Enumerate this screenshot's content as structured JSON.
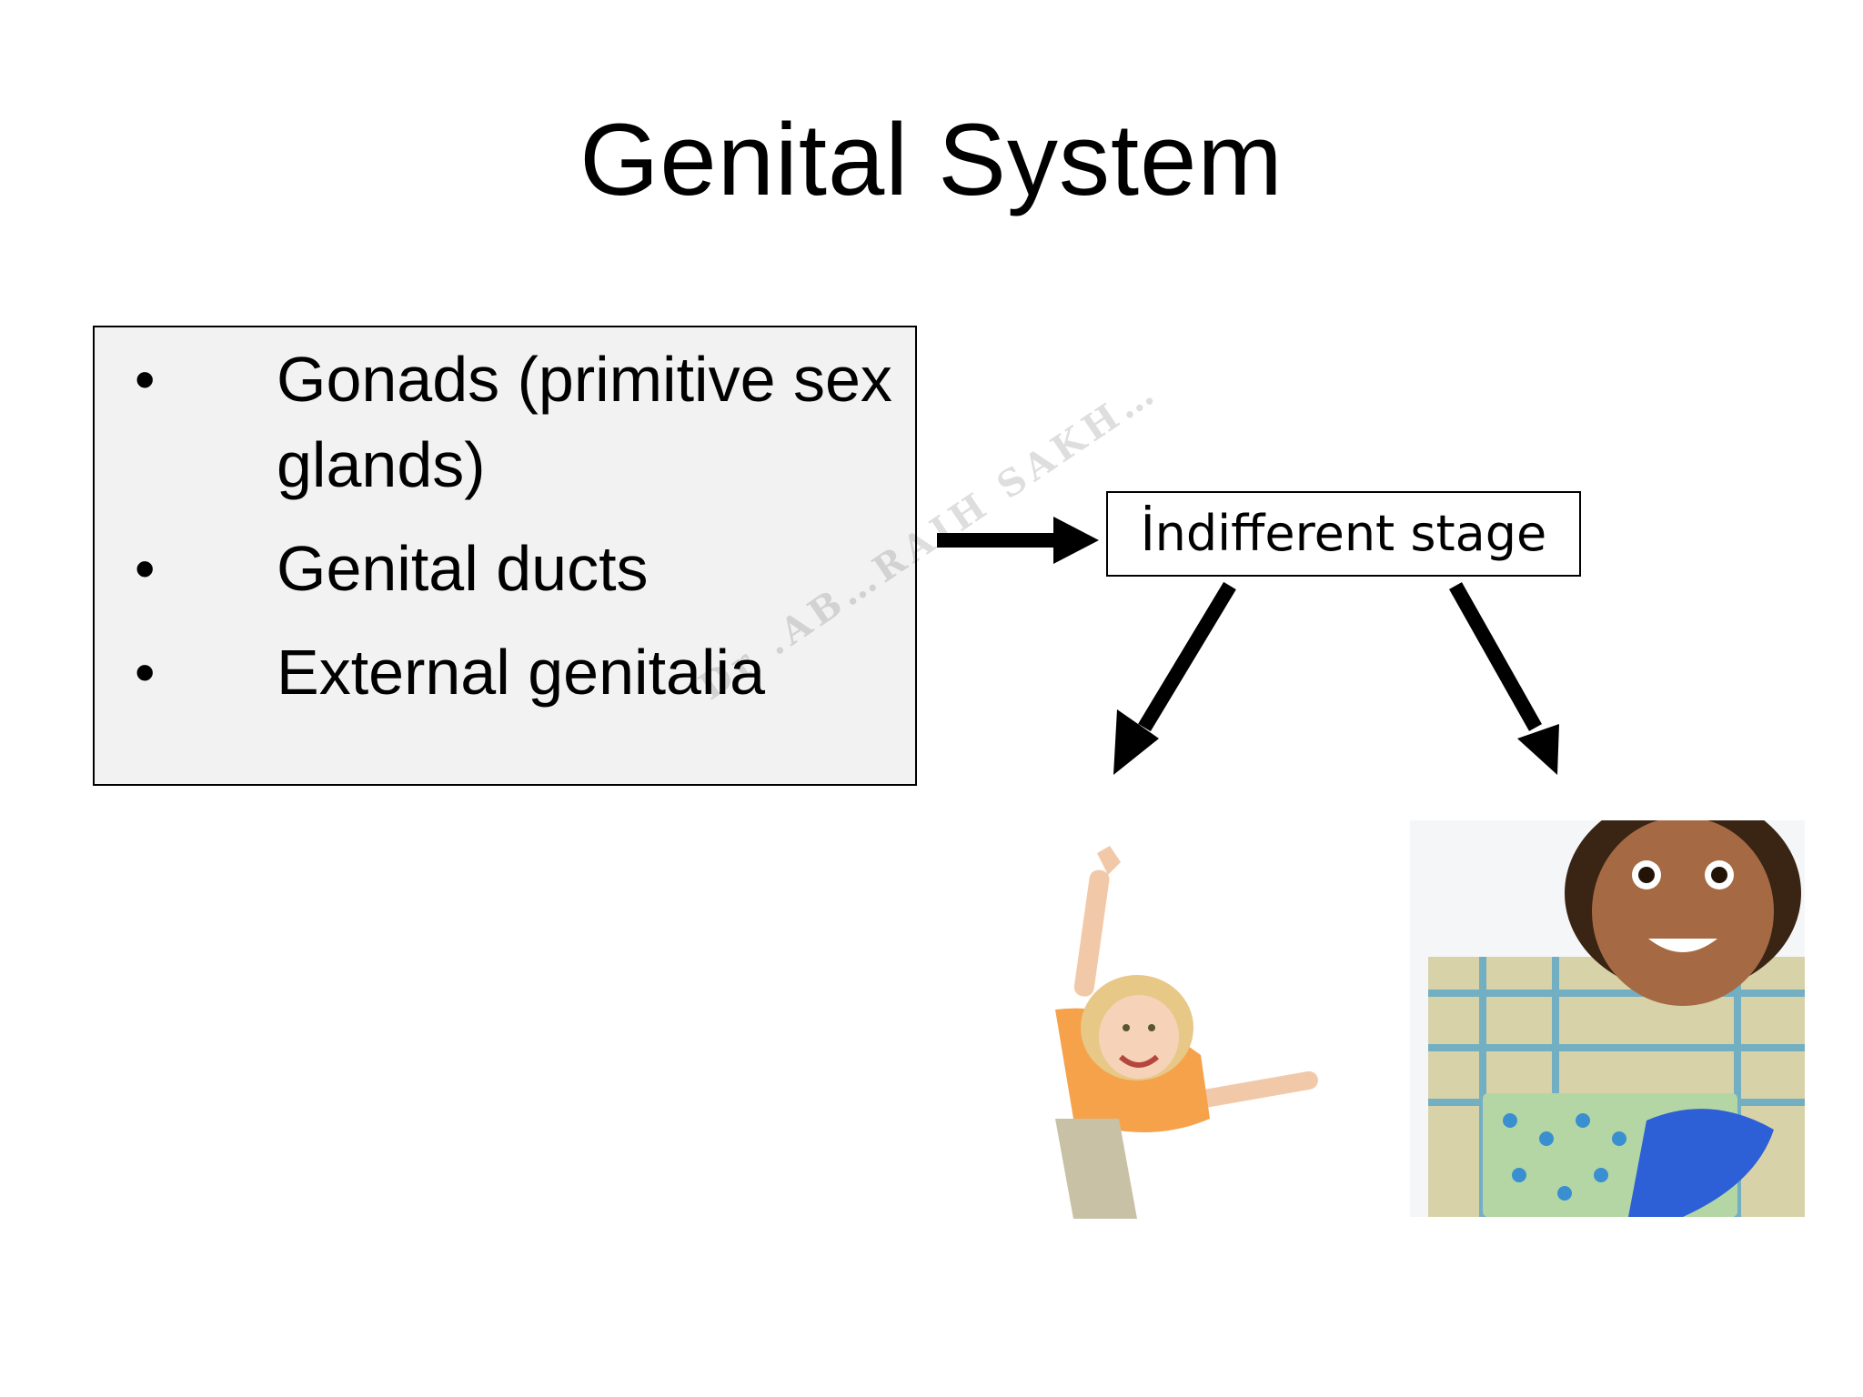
{
  "slide": {
    "title": "Genital System",
    "bullets": [
      {
        "bullet_glyph": "•",
        "text": "Gonads (primitive sex glands)"
      },
      {
        "bullet_glyph": "•",
        "text": "Genital ducts"
      },
      {
        "bullet_glyph": "•",
        "text": "External genitalia"
      }
    ],
    "stage_label": "İndifferent stage",
    "watermark": "Dr .AB…RAIH SAKH…",
    "images": [
      {
        "name": "girl-photo",
        "icon": "photo-girl-icon"
      },
      {
        "name": "boy-photo",
        "icon": "photo-boy-icon"
      }
    ]
  },
  "colors": {
    "box_fill": "#f2f2f2",
    "border": "#000000",
    "arrow": "#000000",
    "background": "#ffffff"
  }
}
